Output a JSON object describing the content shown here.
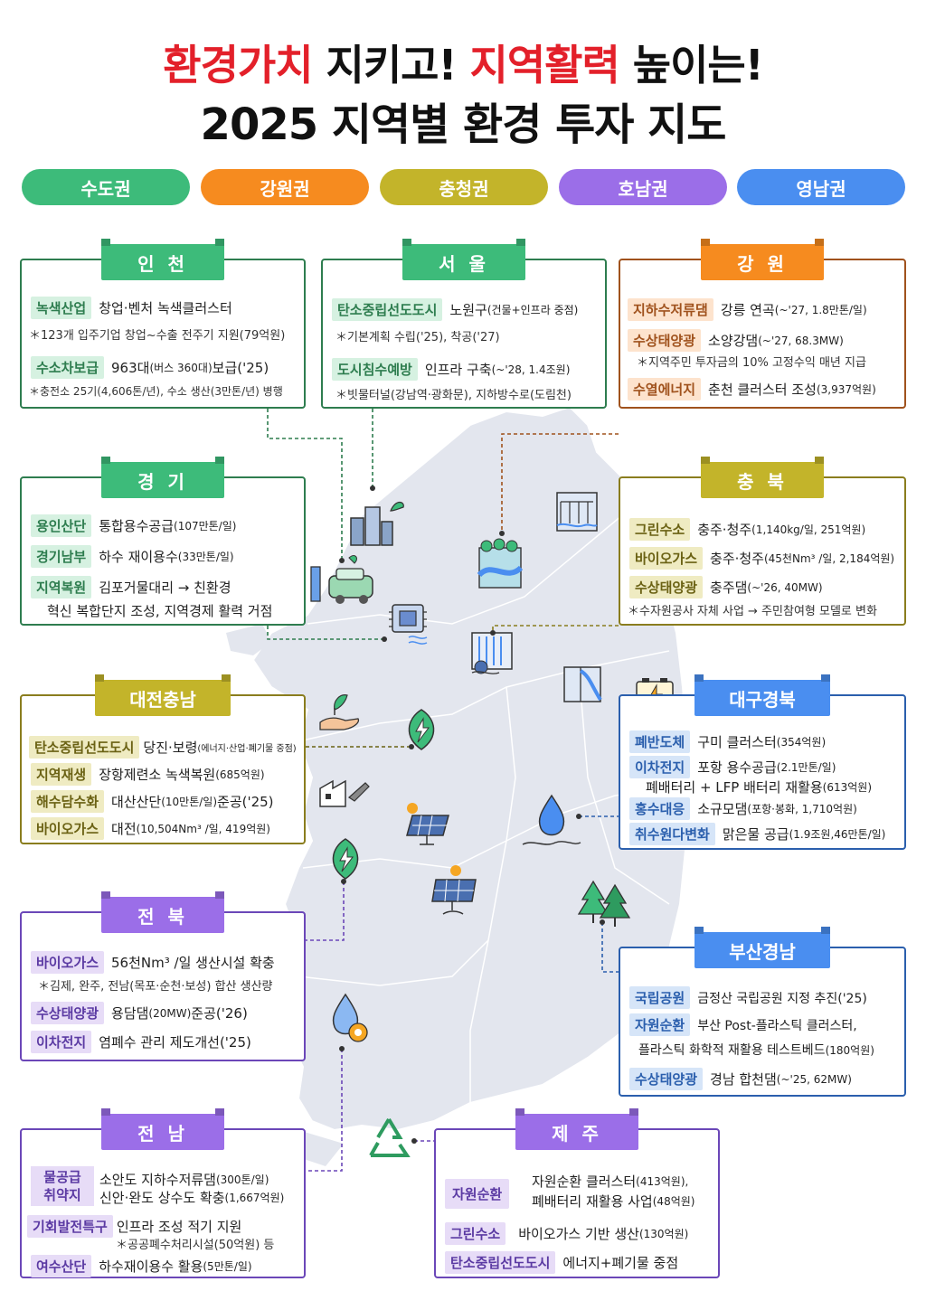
{
  "title": {
    "line1_a": "환경가치",
    "line1_b": " 지키고! ",
    "line1_c": "지역활력",
    "line1_d": " 높이는!",
    "line2": "2025 지역별 환경 투자 지도"
  },
  "regions_legend": [
    {
      "label": "수도권",
      "color": "#3dbb7a"
    },
    {
      "label": "강원권",
      "color": "#f68b1f"
    },
    {
      "label": "충청권",
      "color": "#c3b42a"
    },
    {
      "label": "호남권",
      "color": "#9b6ee8"
    },
    {
      "label": "영남권",
      "color": "#4a8ef0"
    }
  ],
  "incheon": {
    "title": "인 천",
    "r1_tag": "녹색산업",
    "r1_text": "창업·벤처 녹색클러스터",
    "n1": "＊123개 입주기업 창업~수출 전주기 지원(79억원)",
    "r2_tag": "수소차보급",
    "r2_text": "963대",
    "r2_small": "(버스 360대)",
    "r2_text2": " 보급('25)",
    "n2": "＊충전소 25기(4,606톤/년), 수소 생산(3만톤/년) 병행"
  },
  "seoul": {
    "title": "서 울",
    "r1_tag": "탄소중립선도도시",
    "r1_text": "노원구",
    "r1_small": "(건물+인프라 중점)",
    "n1": "＊기본계획 수립('25), 착공('27)",
    "r2_tag": "도시침수예방",
    "r2_text": "인프라 구축",
    "r2_small": "(~'28, 1.4조원)",
    "n2": "＊빗물터널(강남역·광화문), 지하방수로(도림천)"
  },
  "gangwon": {
    "title": "강 원",
    "r1_tag": "지하수저류댐",
    "r1_text": "강릉 연곡",
    "r1_small": "(~'27, 1.8만톤/일)",
    "r2_tag": "수상태양광",
    "r2_text": "소양강댐",
    "r2_small": "(~'27, 68.3MW)",
    "n1": "＊지역주민 투자금의 10% 고정수익 매년 지급",
    "r3_tag": "수열에너지",
    "r3_text": "춘천 클러스터 조성",
    "r3_small": "(3,937억원)"
  },
  "gyeonggi": {
    "title": "경 기",
    "r1_tag": "용인산단",
    "r1_text": "통합용수공급",
    "r1_small": "(107만톤/일)",
    "r2_tag": "경기남부",
    "r2_text": "하수 재이용수",
    "r2_small": "(33만톤/일)",
    "r3_tag": "지역복원",
    "r3_text": "김포거물대리 → 친환경",
    "r4_text": "혁신 복합단지 조성, 지역경제 활력 거점"
  },
  "chungbuk": {
    "title": "충 북",
    "r1_tag": "그린수소",
    "r1_text": "충주·청주",
    "r1_small": "(1,140kg/일, 251억원)",
    "r2_tag": "바이오가스",
    "r2_text": "충주·청주",
    "r2_small": "(45천Nm³ /일, 2,184억원)",
    "r3_tag": "수상태양광",
    "r3_text": "충주댐",
    "r3_small": "(~'26, 40MW)",
    "n1": "＊수자원공사 자체 사업 → 주민참여형 모델로 변화"
  },
  "daejeon": {
    "title": "대전충남",
    "r1_tag": "탄소중립선도도시",
    "r1_text": "당진·보령",
    "r1_small": "(에너지·산업·폐기물 중점)",
    "r2_tag": "지역재생",
    "r2_text": "장항제련소 녹색복원",
    "r2_small": "(685억원)",
    "r3_tag": "해수담수화",
    "r3_text": "대산산단",
    "r3_small": "(10만톤/일)",
    "r3_text2": " 준공('25)",
    "r4_tag": "바이오가스",
    "r4_text": "대전",
    "r4_small": "(10,504Nm³ /일, 419억원)"
  },
  "daegu": {
    "title": "대구경북",
    "r1_tag": "폐반도체",
    "r1_text": "구미 클러스터",
    "r1_small": "(354억원)",
    "r2_tag": "이차전지",
    "r2_text": "포항 용수공급",
    "r2_small": "(2.1만톤/일)",
    "r2b_text": "폐배터리 + LFP 배터리 재활용",
    "r2b_small": "(613억원)",
    "r3_tag": "홍수대응",
    "r3_text": "소규모댐",
    "r3_small": "(포항·봉화, 1,710억원)",
    "r4_tag": "취수원다변화",
    "r4_text": "맑은물 공급",
    "r4_small": "(1.9조원,46만톤/일)"
  },
  "jeonbuk": {
    "title": "전 북",
    "r1_tag": "바이오가스",
    "r1_text": "56천Nm³ /일 생산시설 확충",
    "n1": "＊김제, 완주, 전남(목포·순천·보성) 합산 생산량",
    "r2_tag": "수상태양광",
    "r2_text": "용담댐",
    "r2_small": "(20MW)",
    "r2_text2": " 준공('26)",
    "r3_tag": "이차전지",
    "r3_text": "염폐수 관리 제도개선('25)"
  },
  "busan": {
    "title": "부산경남",
    "r1_tag": "국립공원",
    "r1_text": "금정산 국립공원 지정 추진('25)",
    "r2_tag": "자원순환",
    "r2_text": "부산 Post-플라스틱 클러스터,",
    "r2b_text": "플라스틱 화학적 재활용 테스트베드",
    "r2b_small": "(180억원)",
    "r3_tag": "수상태양광",
    "r3_text": "경남 합천댐",
    "r3_small": "(~'25, 62MW)"
  },
  "jeonnam": {
    "title": "전 남",
    "r1_tag_a": "물공급",
    "r1_tag_b": "취약지",
    "r1_text": "소안도 지하수저류댐",
    "r1_small": "(300톤/일)",
    "r1b_text": "신안·완도 상수도 확충",
    "r1b_small": "(1,667억원)",
    "r2_tag": "기회발전특구",
    "r2_text": "인프라 조성 적기 지원",
    "n1": "＊공공폐수처리시설(50억원) 등",
    "r3_tag": "여수산단",
    "r3_text": "하수재이용수 활용",
    "r3_small": "(5만톤/일)"
  },
  "jeju": {
    "title": "제 주",
    "r1_tag": "자원순환",
    "r1_text": "자원순환 클러스터",
    "r1_small": "(413억원),",
    "r1b_text": "폐배터리 재활용 사업",
    "r1b_small": "(48억원)",
    "r2_tag": "그린수소",
    "r2_text": "바이오가스 기반 생산",
    "r2_small": "(130억원)",
    "r3_tag": "탄소중립선도도시",
    "r3_text": "에너지+폐기물 중점"
  },
  "colors": {
    "title_red": "#e3202a",
    "map_fill": "#e3e6ee",
    "green_title": "#3dbb7a",
    "orange_title": "#f68b1f",
    "olive_title": "#c3b42a",
    "purple_title": "#9b6ee8",
    "blue_title": "#4a8ef0"
  }
}
